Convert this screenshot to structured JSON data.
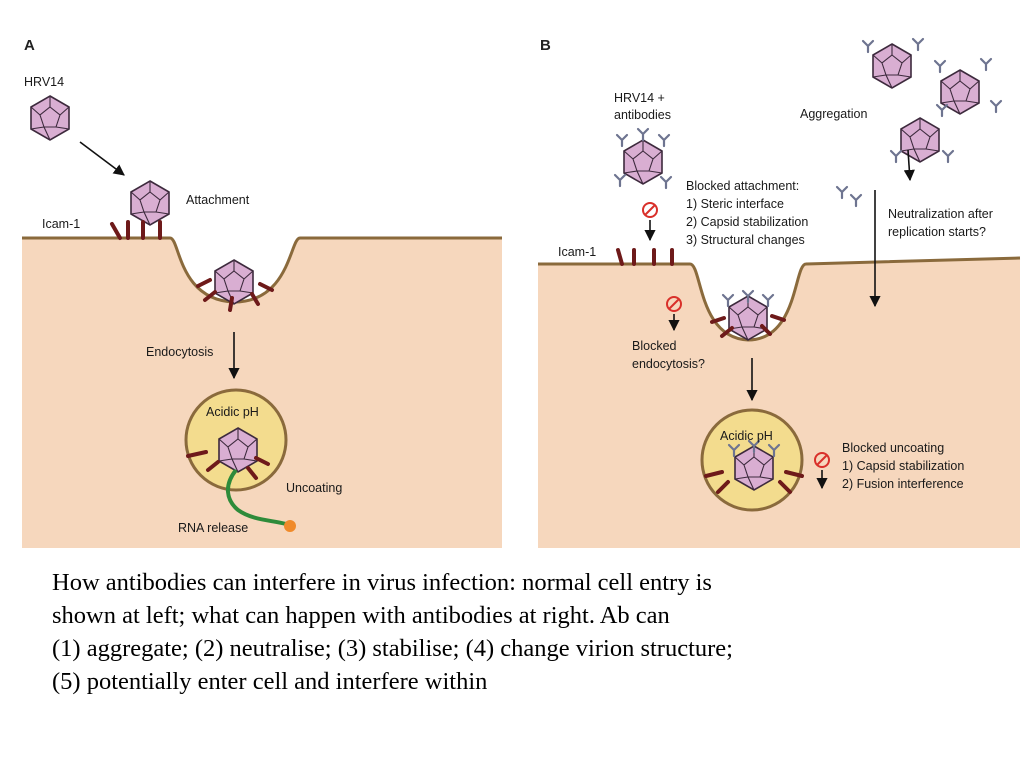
{
  "panel_a": {
    "letter": "A",
    "virus_label": "HRV14",
    "attachment_label": "Attachment",
    "receptor_label": "Icam-1",
    "endocytosis_label": "Endocytosis",
    "endosome_label": "Acidic pH",
    "uncoating_label": "Uncoating",
    "rna_label": "RNA release"
  },
  "panel_b": {
    "letter": "B",
    "virus_label_line1": "HRV14 +",
    "virus_label_line2": "antibodies",
    "aggregation_label": "Aggregation",
    "blocked_attachment": {
      "title": "Blocked attachment:",
      "items": [
        "1) Steric interface",
        "2) Capsid stabilization",
        "3) Structural changes"
      ]
    },
    "neutralization_line1": "Neutralization after",
    "neutralization_line2": "replication starts?",
    "receptor_label": "Icam-1",
    "blocked_endocytosis_line1": "Blocked",
    "blocked_endocytosis_line2": "endocytosis?",
    "endosome_label": "Acidic pH",
    "blocked_uncoating": {
      "title": "Blocked uncoating",
      "items": [
        "1) Capsid stabilization",
        "2) Fusion interference"
      ]
    }
  },
  "caption": {
    "lines": [
      "How antibodies can interfere in virus infection: normal cell entry is",
      "shown at left; what can happen with antibodies at right.  Ab can",
      "(1) aggregate; (2) neutralise; (3) stabilise; (4) change virion structure;",
      "(5) potentially enter cell and interfere within"
    ]
  },
  "colors": {
    "cell": "#f6d7bd",
    "membrane": "#8a6a3c",
    "virus_fill": "#d9aed2",
    "virus_edge": "#3d2a3d",
    "receptor": "#6e1a1a",
    "endosome": "#f3dc8e",
    "rna": "#2e8b3a",
    "cap": "#f08a2a",
    "block": "#d9302a"
  }
}
